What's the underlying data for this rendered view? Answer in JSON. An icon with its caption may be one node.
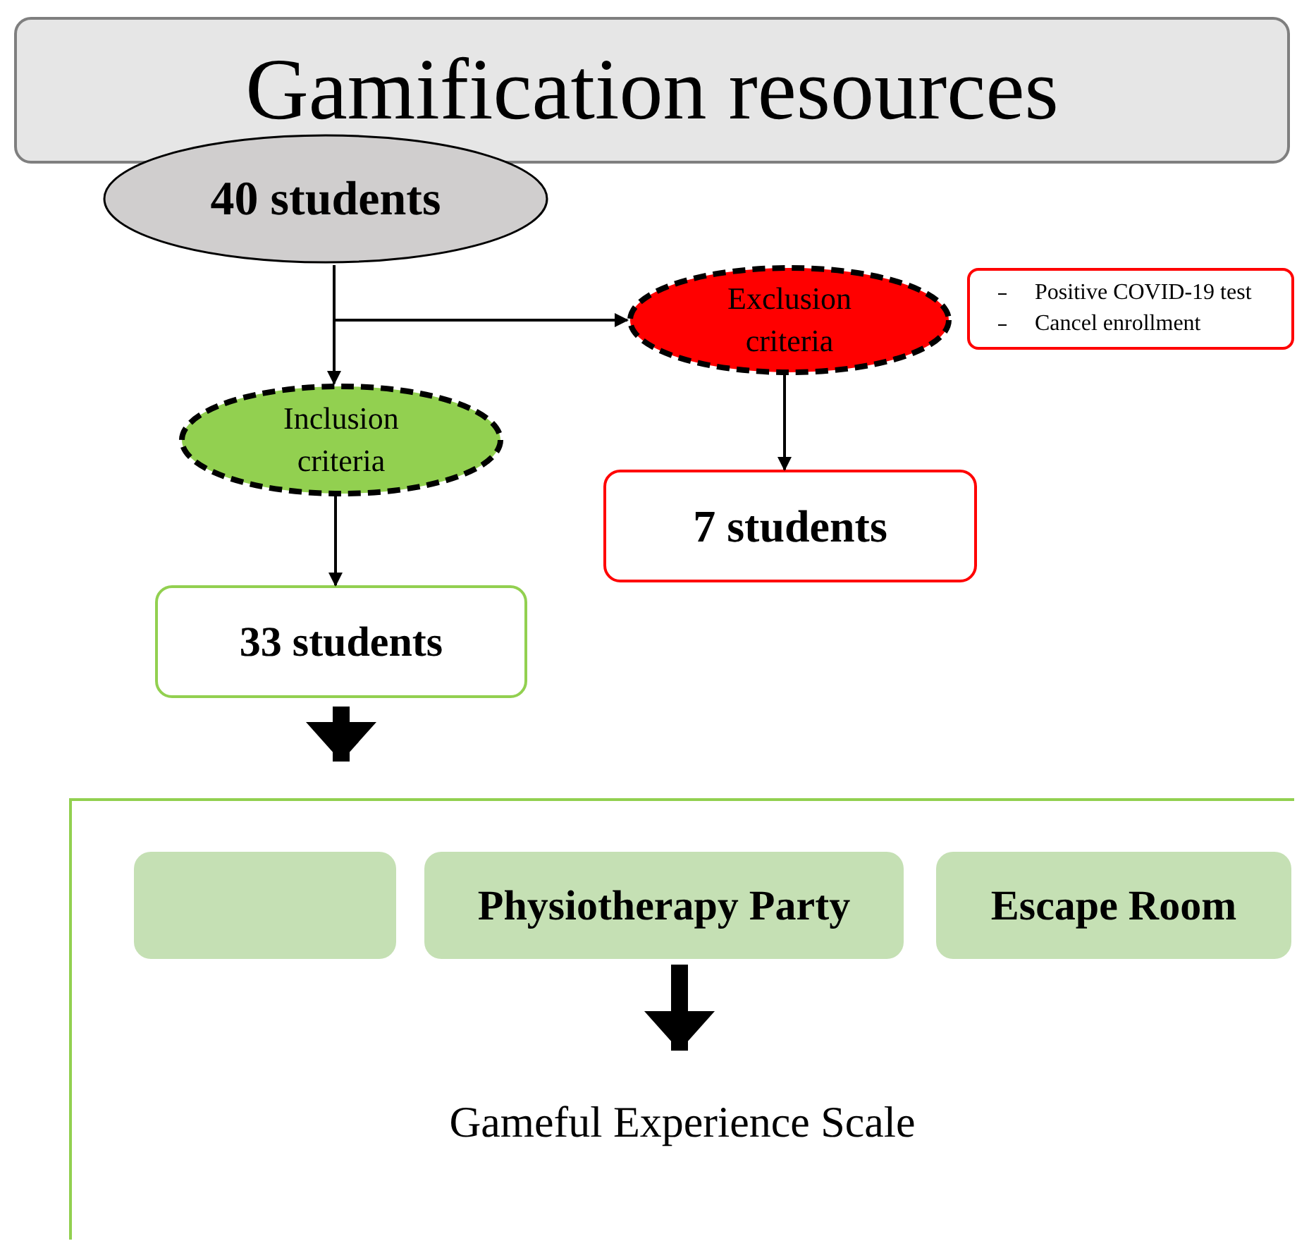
{
  "diagram": {
    "nodes": [
      {
        "text": [
          "Gamification resources"
        ]
      },
      {
        "text": [
          "40 students"
        ]
      },
      {
        "text": [
          "Exclusion criteria"
        ]
      },
      {
        "text": [
          "Positive COVID-19 test",
          "Cancel enrollment"
        ]
      },
      {
        "text": [
          "Inclusion criteria"
        ]
      },
      {
        "text": [
          "7 students"
        ]
      },
      {
        "text": [
          "33 students"
        ]
      },
      {
        "text": [],
        "shape": "box"
      },
      {
        "text": [],
        "shape": "box",
        "in": 7
      },
      {
        "text": [
          "Physiotherapy Party"
        ],
        "in": 7
      },
      {
        "text": [
          "Escape Room"
        ],
        "in": 7
      },
      {
        "text": [
          "Gameful Experience Scale"
        ],
        "in": 7
      }
    ],
    "edges": [
      {
        "from": 1,
        "to": 4,
        "arrow": "to"
      },
      {
        "from": 1,
        "to": 2,
        "arrow": "to"
      },
      {
        "from": 2,
        "to": 5,
        "arrow": "to"
      },
      {
        "from": 4,
        "to": 6,
        "arrow": "to"
      },
      {
        "from": 6,
        "to": 7,
        "arrow": "to",
        "style": "thick"
      },
      {
        "from": 9,
        "to": 11,
        "arrow": "to",
        "style": "thick"
      }
    ]
  }
}
